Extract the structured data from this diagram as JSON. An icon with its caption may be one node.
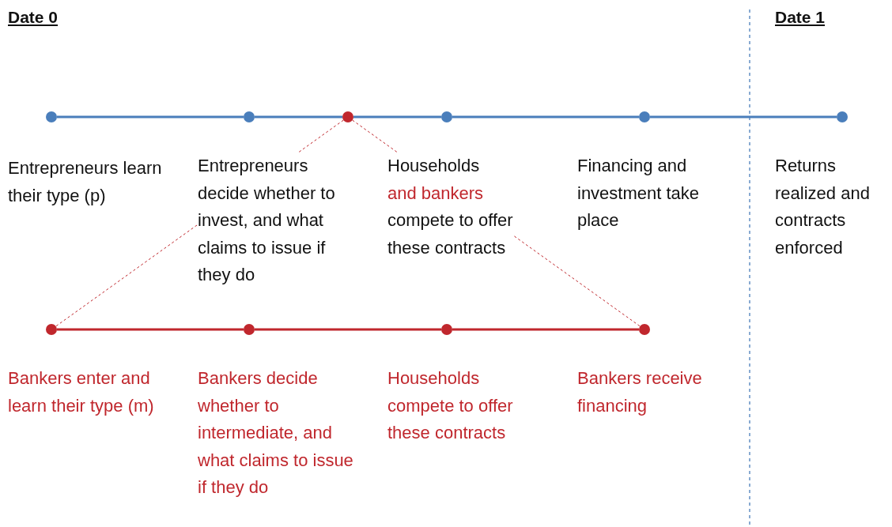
{
  "diagram": {
    "nodes": [
      {
        "text": [],
        "shape": "circle",
        "beside": [
          "Entrepreneurs learn their type (p)"
        ]
      },
      {
        "text": [],
        "shape": "circle",
        "beside": [
          "Entrepreneurs decide whether to invest, and what claims to issue if they do"
        ]
      },
      {
        "text": [],
        "shape": "circle"
      },
      {
        "text": [],
        "shape": "circle",
        "beside": [
          "Households",
          "and bankers",
          "compete to offer these contracts"
        ]
      },
      {
        "text": [],
        "shape": "circle",
        "beside": [
          "Financing and investment take place"
        ]
      },
      {
        "text": [],
        "shape": "circle",
        "beside": [
          "Returns realized and contracts enforced"
        ]
      },
      {
        "text": [],
        "shape": "circle",
        "beside": [
          "Bankers enter and learn their type (m)"
        ]
      },
      {
        "text": [],
        "shape": "circle",
        "beside": [
          "Bankers decide whether to intermediate, and what claims to issue if they do"
        ]
      },
      {
        "text": [],
        "shape": "circle",
        "beside": [
          "Households compete to offer these contracts"
        ]
      },
      {
        "text": [],
        "shape": "circle",
        "beside": [
          "Bankers receive financing"
        ]
      }
    ],
    "edges": [
      {
        "from": 0,
        "to": 1,
        "arrow": "none",
        "color": "#4a7ebb"
      },
      {
        "from": 1,
        "to": 2,
        "arrow": "none",
        "color": "#4a7ebb"
      },
      {
        "from": 2,
        "to": 3,
        "arrow": "none",
        "color": "#4a7ebb"
      },
      {
        "from": 3,
        "to": 4,
        "arrow": "none",
        "color": "#4a7ebb"
      },
      {
        "from": 4,
        "to": 5,
        "arrow": "none",
        "color": "#4a7ebb"
      },
      {
        "from": 6,
        "to": 7,
        "arrow": "none",
        "color": "#c0272d"
      },
      {
        "from": 7,
        "to": 8,
        "arrow": "none",
        "color": "#c0272d"
      },
      {
        "from": 8,
        "to": 9,
        "arrow": "none",
        "color": "#c0272d"
      },
      {
        "from": 2,
        "to": 6,
        "arrow": "none",
        "style": "dashed",
        "color": "#c0272d"
      },
      {
        "from": 2,
        "to": 9,
        "arrow": "none",
        "style": "dashed",
        "color": "#c0272d"
      }
    ],
    "labels": [
      "Date 0",
      "Date 1"
    ]
  }
}
